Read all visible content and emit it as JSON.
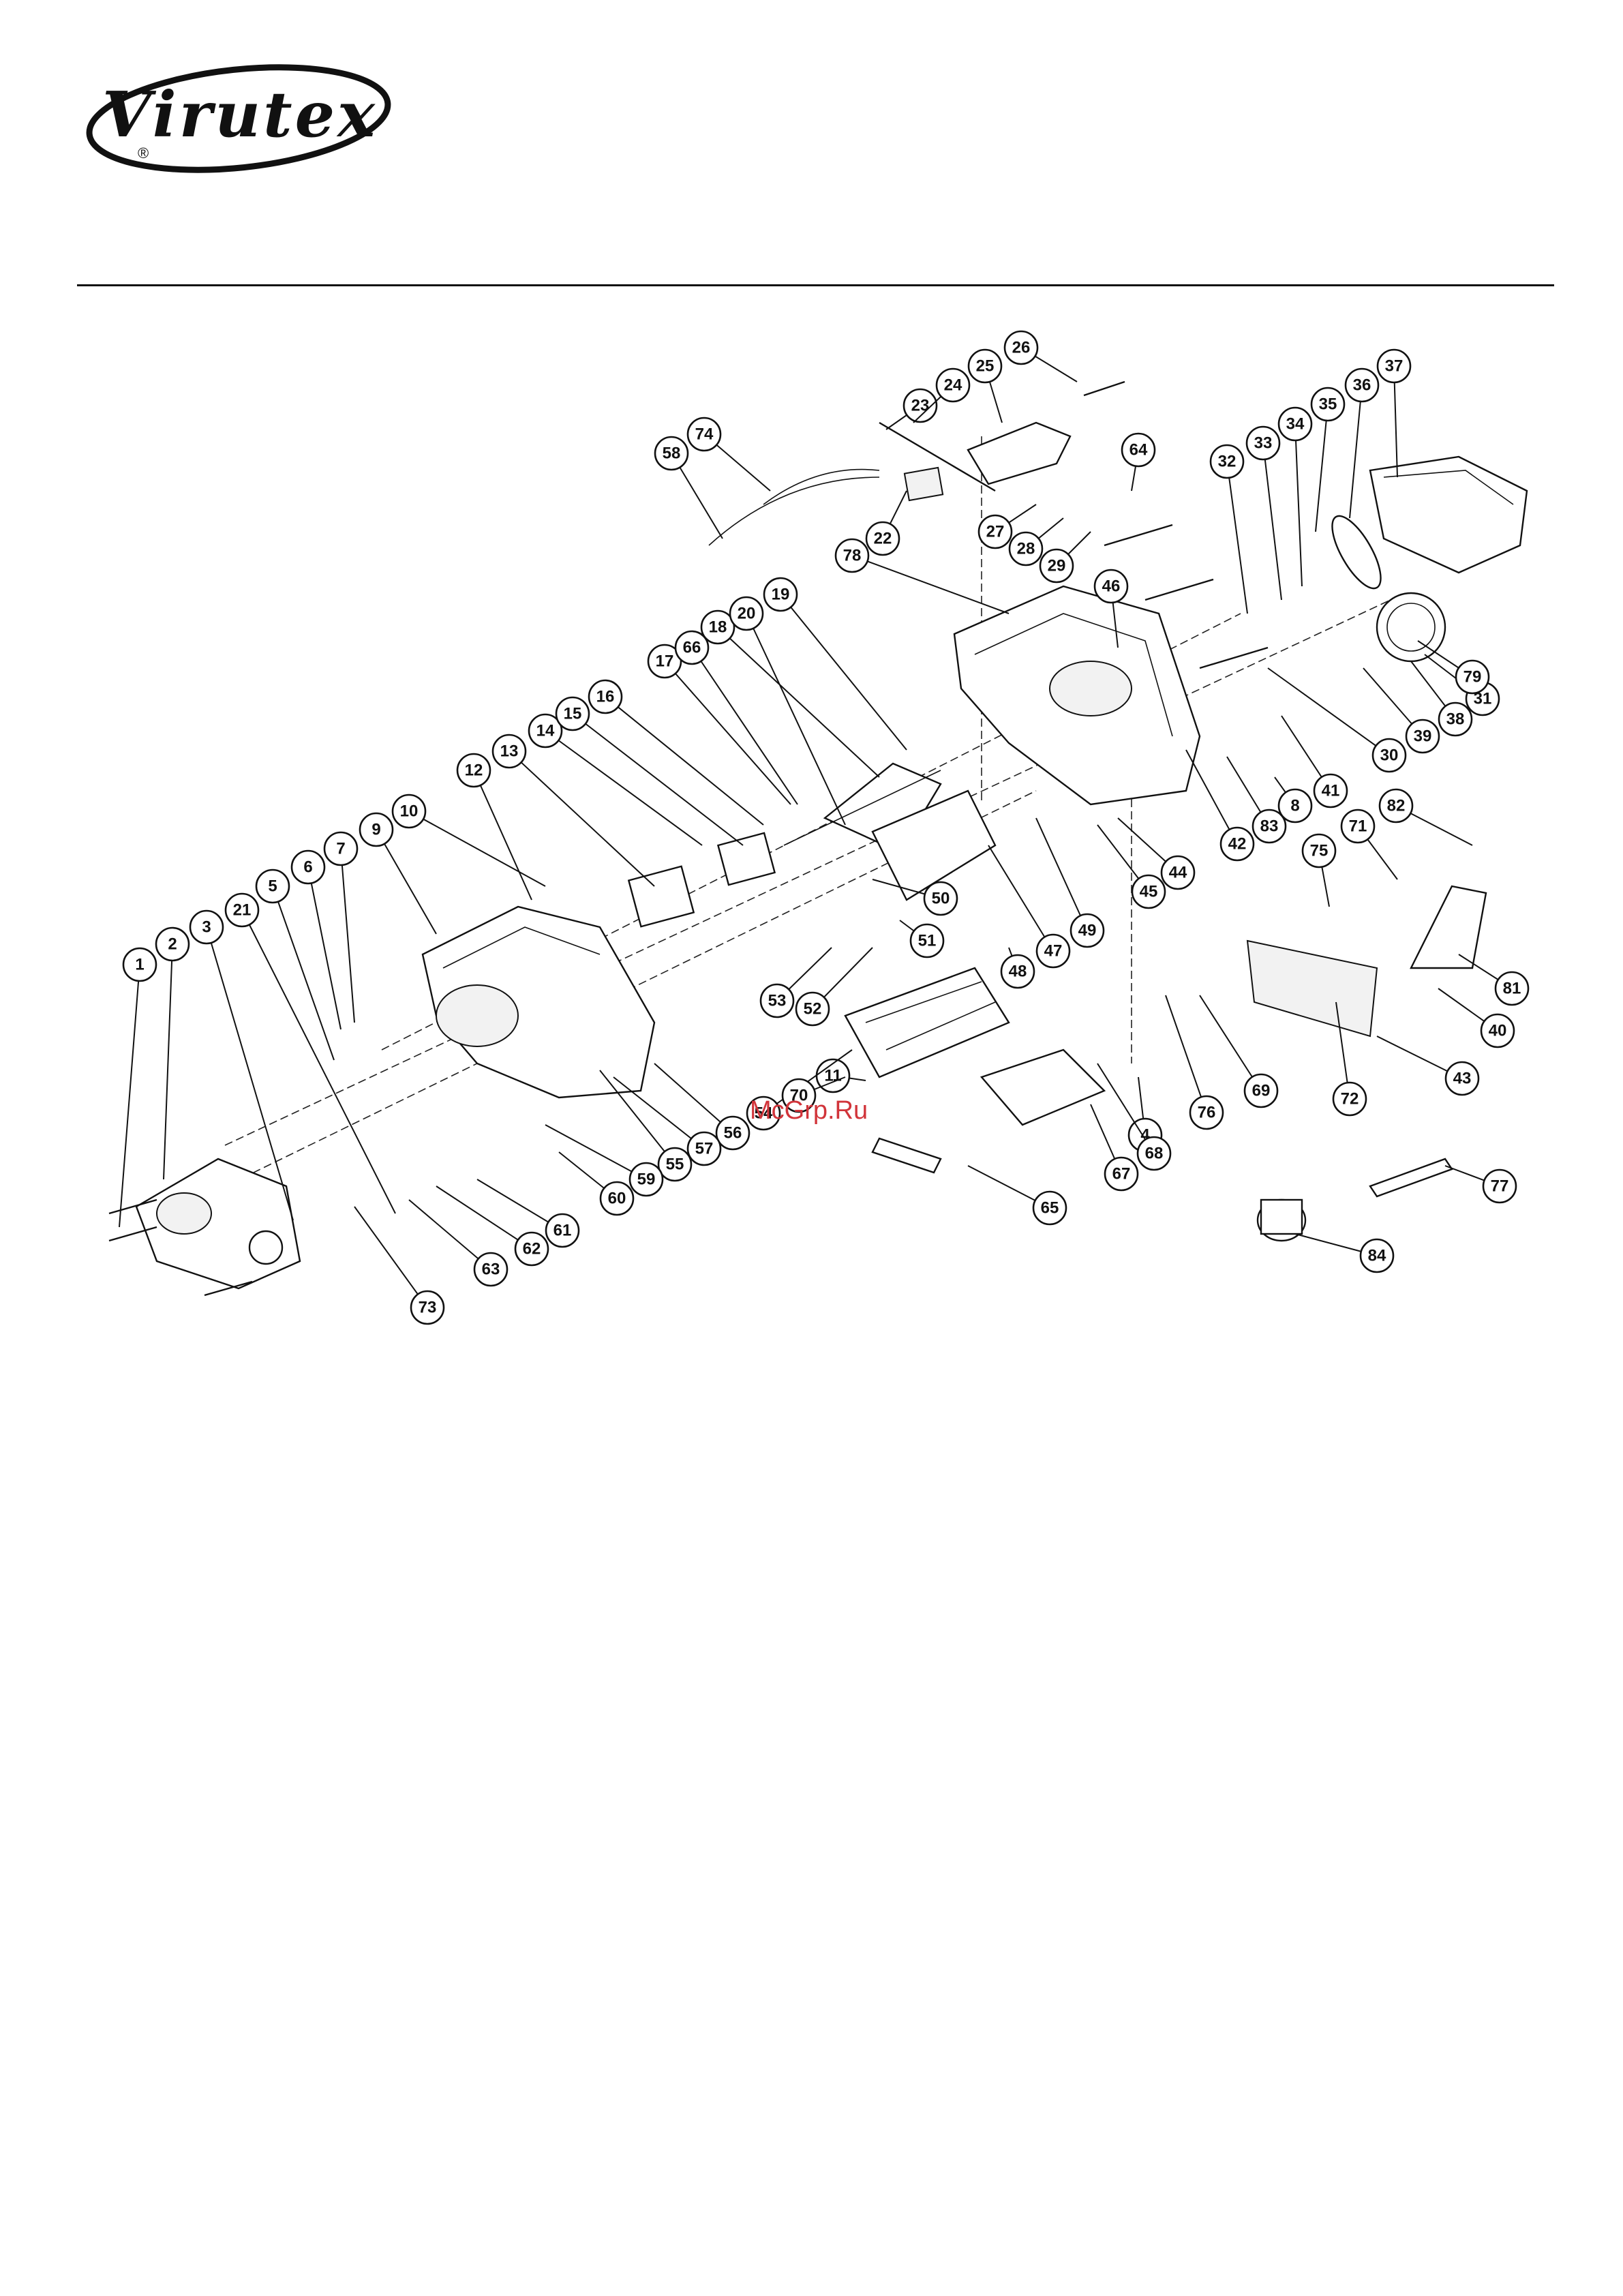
{
  "brand": {
    "name": "Virutex",
    "registered": "®"
  },
  "watermark": "McGrp.Ru",
  "diagram": {
    "callouts": [
      "1",
      "2",
      "3",
      "4",
      "5",
      "6",
      "7",
      "8",
      "9",
      "10",
      "11",
      "12",
      "13",
      "14",
      "15",
      "16",
      "17",
      "18",
      "19",
      "20",
      "21",
      "22",
      "23",
      "24",
      "25",
      "26",
      "27",
      "28",
      "29",
      "30",
      "31",
      "32",
      "33",
      "34",
      "35",
      "36",
      "37",
      "38",
      "39",
      "40",
      "41",
      "42",
      "43",
      "44",
      "45",
      "46",
      "47",
      "48",
      "49",
      "50",
      "51",
      "52",
      "53",
      "54",
      "55",
      "56",
      "57",
      "58",
      "59",
      "60",
      "61",
      "62",
      "63",
      "64",
      "65",
      "66",
      "67",
      "68",
      "69",
      "70",
      "71",
      "72",
      "73",
      "74",
      "75",
      "76",
      "77",
      "78",
      "79",
      "81",
      "82",
      "83",
      "84"
    ]
  }
}
